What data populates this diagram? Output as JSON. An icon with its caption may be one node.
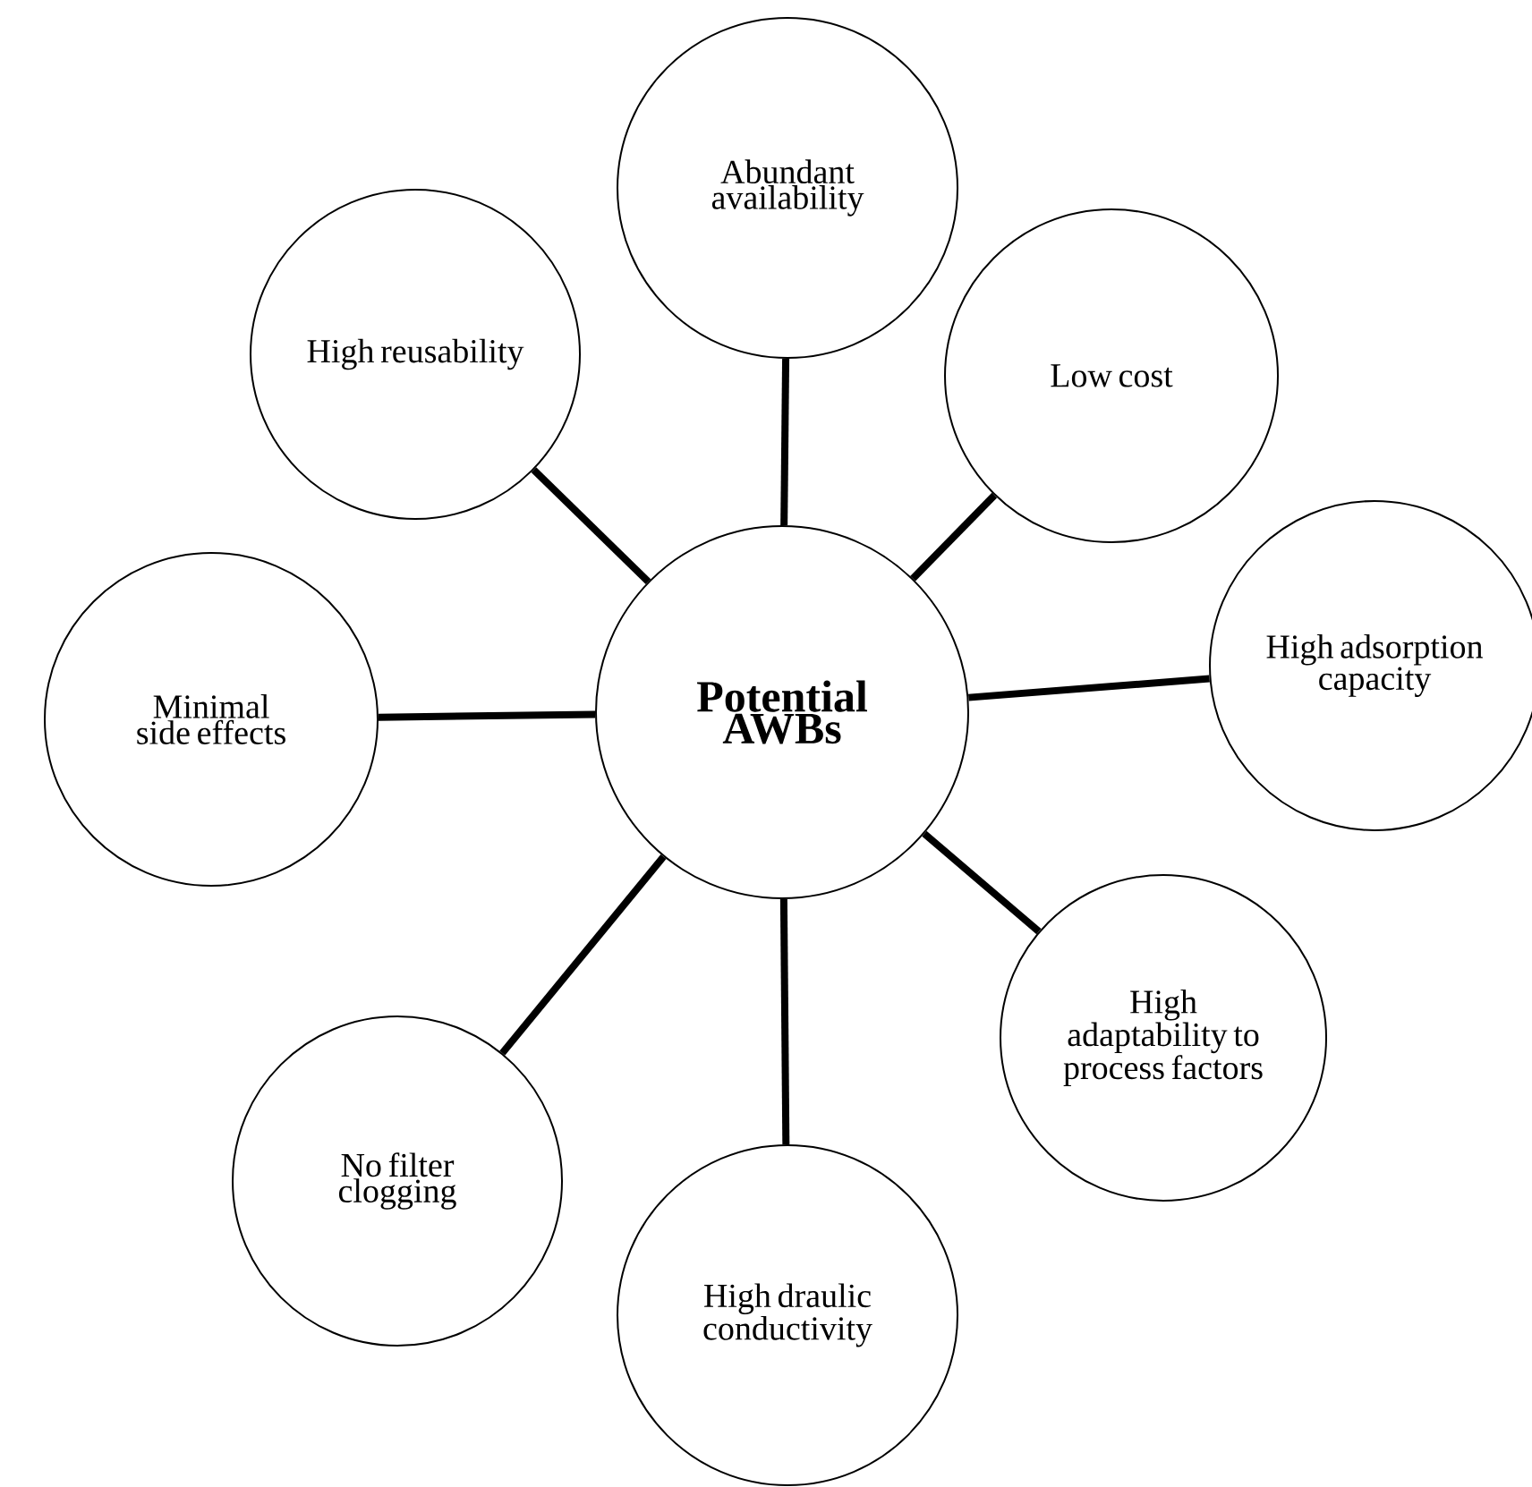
{
  "diagram": {
    "nodes": [
      {
        "text": [
          "Potential AWBs"
        ]
      },
      {
        "text": [
          "Abundant availability"
        ]
      },
      {
        "text": [
          "Low cost"
        ]
      },
      {
        "text": [
          "High adsorption capacity"
        ]
      },
      {
        "text": [
          "High adaptability to process factors"
        ]
      },
      {
        "text": [
          "High draulic conductivity"
        ]
      },
      {
        "text": [
          "No filter clogging"
        ]
      },
      {
        "text": [
          "Minimal side effects"
        ]
      },
      {
        "text": [
          "High reusability"
        ]
      }
    ],
    "edges": [
      {
        "from": 0,
        "to": 1,
        "arrow": "none"
      },
      {
        "from": 0,
        "to": 2,
        "arrow": "none"
      },
      {
        "from": 0,
        "to": 3,
        "arrow": "none"
      },
      {
        "from": 0,
        "to": 4,
        "arrow": "none"
      },
      {
        "from": 0,
        "to": 5,
        "arrow": "none"
      },
      {
        "from": 0,
        "to": 6,
        "arrow": "none"
      },
      {
        "from": 0,
        "to": 7,
        "arrow": "none"
      },
      {
        "from": 0,
        "to": 8,
        "arrow": "none"
      }
    ]
  }
}
